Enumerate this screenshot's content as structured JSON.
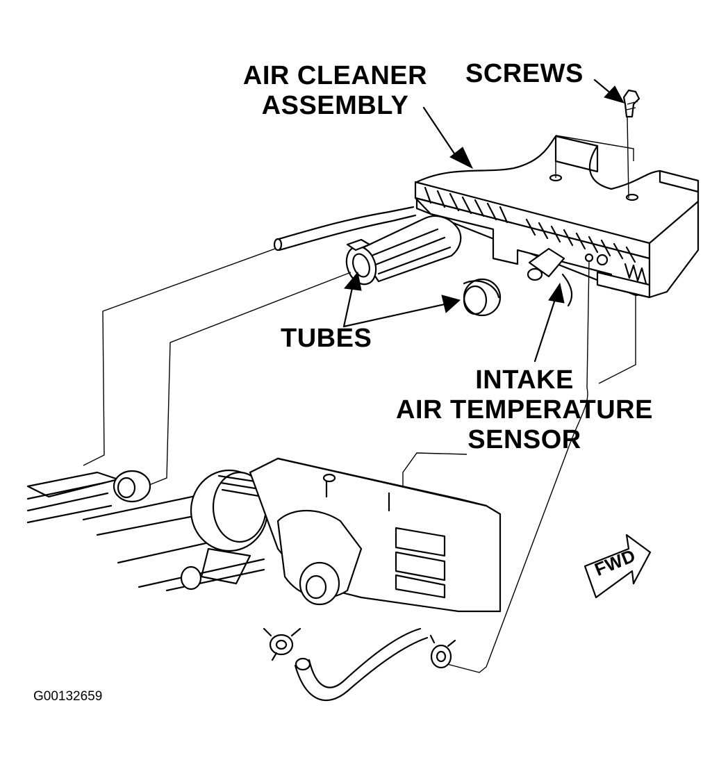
{
  "labels": {
    "air_cleaner_line1": "AIR CLEANER",
    "air_cleaner_line2": "ASSEMBLY",
    "screws": "SCREWS",
    "tubes": "TUBES",
    "iat_line1": "INTAKE",
    "iat_line2": "AIR TEMPERATURE",
    "iat_line3": "SENSOR",
    "fwd": "FWD"
  },
  "figure_id": "G00132659",
  "colors": {
    "ink": "#000000",
    "paper": "#ffffff"
  }
}
